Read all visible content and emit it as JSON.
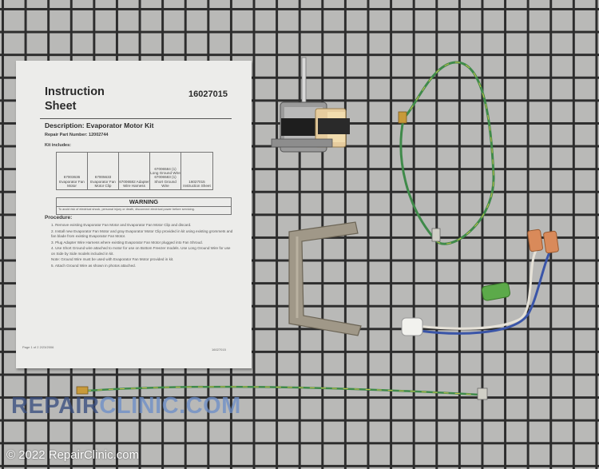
{
  "sheet": {
    "title": "Instruction Sheet",
    "part_number": "16027015",
    "description": "Description: Evaporator Motor Kit",
    "repair_part": "Repair Part Number: 12002744",
    "kit_includes": "Kit includes:",
    "kit_items": [
      "67003636 Evaporator Fan Motor",
      "67005633 Evaporator Fan Motor Clip",
      "67006582 Adapter Wire Harness",
      "67006584 (1) Long Ground Wire 67006583 (1) Short Ground Wire",
      "16027015 Instruction Sheet"
    ],
    "warning_title": "WARNING",
    "warning_text": "To avoid risk of electrical shock, personal injury or death, disconnect electrical power before servicing.",
    "procedure_title": "Procedure:",
    "steps": [
      "1. Remove existing Evaporator Fan Motor and Evaporator Fan Motor Clip and discard.",
      "2. Install new Evaporator Fan Motor and gray Evaporator Motor Clip provided in kit using existing grommets and fan blade from existing Evaporator Fan Motor.",
      "3. Plug Adapter Wire Harness where existing Evaporator Fan Motor plugged into Fan Shroud.",
      "4. Use Short Ground wire attached to motor for use on Bottom Freezer models. Use Long Ground Wire for use on Side by Side models included in kit.",
      "Note: Ground Wire must be used with Evaporator Fan Motor provided in kit.",
      "5. Attach Ground Wire as shown in photos attached."
    ],
    "footer_left": "Page 1 of 2 2/23/2006",
    "footer_right": "16027015"
  },
  "watermark": {
    "part1": "REPAIR",
    "part2": "CLINIC.COM"
  },
  "copyright": "© 2022 RepairClinic.com",
  "colors": {
    "background": "#b9b9b7",
    "grid_lines": "#2d2d2d",
    "sheet": "#ececea",
    "ground_wire": "#3f8a4a",
    "connector": "#d98a5a",
    "bracket": "#a09888"
  }
}
